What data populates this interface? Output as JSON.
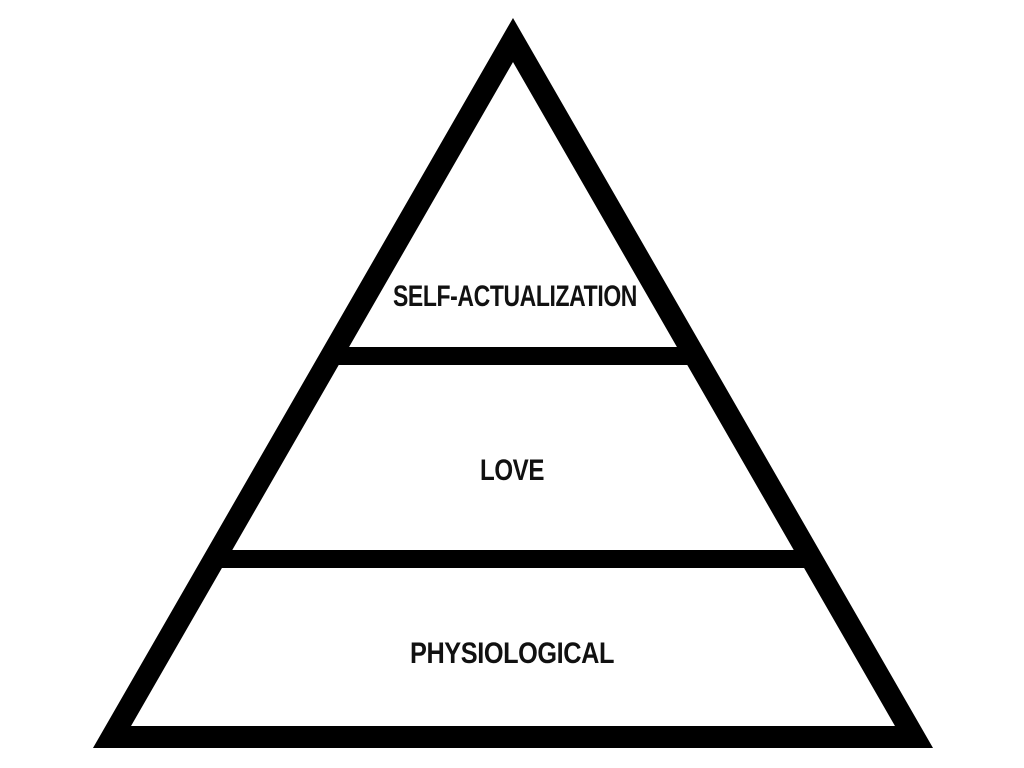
{
  "pyramid": {
    "tiers": [
      {
        "label": "SELF-ACTUALIZATION"
      },
      {
        "label": "LOVE"
      },
      {
        "label": "PHYSIOLOGICAL"
      }
    ],
    "colors": {
      "stroke": "#000000",
      "fill": "#ffffff",
      "text": "#111111"
    }
  }
}
